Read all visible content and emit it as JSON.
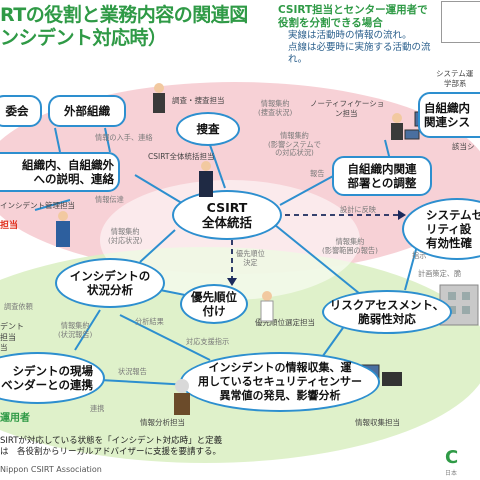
{
  "title": {
    "line1": "RTの役割と業務内容の関連図",
    "line2": "ンシデント対応時）"
  },
  "note": {
    "line1": "CSIRT担当とセンター運用者で",
    "line2": "役割を分割できる場合",
    "line3": "実線は活動時の情報の流れ。",
    "line4": "点線は必要時に実施する活動の流れ。"
  },
  "roles": {
    "system_mgmt_1": "システム運",
    "system_mgmt_2": "学部系",
    "investigation": "調査・捜査担当",
    "notification": "ノーティフィケーショ",
    "notification_2": "ン担当",
    "csirt_lead": "CSIRT全体統括担当",
    "incident_mgmt": "インシデント管理担当",
    "incident_mgmt_2": "担当",
    "priority": "優先順位選定担当",
    "info_analysis": "情報分析担当",
    "info_collection": "情報収集担当",
    "contact": "当",
    "applicable": "該当シ",
    "triage": "デント",
    "triage_2": "担当"
  },
  "nodes": {
    "committee": "委会",
    "external": "外部組織",
    "investigate": "捜査",
    "internal_system_1": "自組織内",
    "internal_system_2": "関連シス",
    "org_explain_1": "組織内、自組織外",
    "org_explain_2": "への説明、連絡",
    "csirt_1": "CSIRT",
    "csirt_2": "全体統括",
    "internal_dept_1": "自組織内関連",
    "internal_dept_2": "部署との調整",
    "system_sec_1": "システムセ",
    "system_sec_2": "リティ設",
    "system_sec_3": "有効性確",
    "incident_analysis_1": "インシデントの",
    "incident_analysis_2": "状況分析",
    "priority_1": "優先順位",
    "priority_2": "付け",
    "risk_1": "リスクアセスメント、",
    "risk_2": "脆弱性対応",
    "vendor_1": "シデントの現場",
    "vendor_2": "ベンダーとの連携",
    "sensor_1": "インシデントの情報収集、運",
    "sensor_2": "用しているセキュリティセンサー",
    "sensor_3": "異常値の発見、影響分析"
  },
  "edges": {
    "e1": "情報の入手、連絡",
    "e2": "情報集約",
    "e3": "(捜査状況)",
    "e4": "情報集約",
    "e5": "(影響システムで",
    "e6": "の対応状況)",
    "e7": "情報伝達",
    "e8": "情報集約",
    "e9": "(対応状況)",
    "e10": "報告",
    "e11": "設計に反映",
    "e12": "情報集約",
    "e13": "(影響範囲の報告)",
    "e14": "優先順位",
    "e15": "決定",
    "e16": "調査依頼",
    "e17": "分析結果",
    "e18": "情報集約",
    "e19": "(状況報告)",
    "e20": "対応支援指示",
    "e21": "状況報告",
    "e22": "指示",
    "e23": "計画策定、脆",
    "e24": "連携",
    "e25": "デント",
    "e26": "担当"
  },
  "footer": {
    "op": "運用者",
    "line1": "SIRTが対応している状態を「インシデント対応時」と定義",
    "line2": "は　各役割からリーガルアドバイザーに支援を要請する。",
    "org": "Nippon CSIRT Association",
    "brand": "C",
    "brand_sub": "日本"
  },
  "colors": {
    "accent_green": "#2f9a46",
    "accent_blue": "#2d8fcf",
    "pink_zone": "#f6c9cf",
    "green_zone": "#dcefc4",
    "dashed_arrow": "#1b2a5c",
    "red_label": "#e0301e"
  }
}
